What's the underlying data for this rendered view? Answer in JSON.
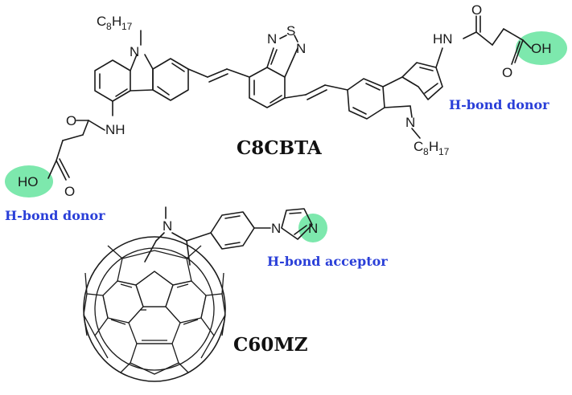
{
  "compounds": {
    "donor": {
      "name": "C8CBTA"
    },
    "acceptor": {
      "name": "C60MZ"
    }
  },
  "annotations": {
    "hbond_donor": "H-bond donor",
    "hbond_acceptor": "H-bond acceptor"
  },
  "atoms": {
    "n": "N",
    "s": "S",
    "o": "O",
    "nh": "NH",
    "hn": "HN",
    "oh": "OH",
    "ho": "HO",
    "alkyl": "C",
    "alkyl_sub": "8",
    "alkyl_h": "H",
    "alkyl_h_sub": "17"
  },
  "colors": {
    "highlight": "#7de8ad",
    "annotation": "#2a3fd8",
    "bond": "#1a1a1a"
  }
}
